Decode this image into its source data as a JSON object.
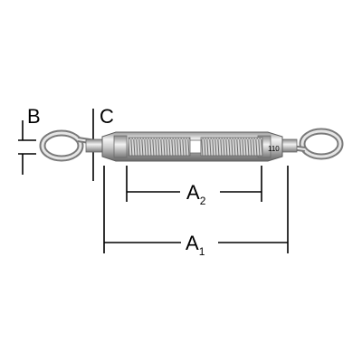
{
  "labels": {
    "b": "B",
    "c": "C",
    "a2_main": "A",
    "a2_sub": "2",
    "a1_main": "A",
    "a1_sub": "1",
    "stamp": "110"
  },
  "colors": {
    "steel_light": "#eeeeee",
    "steel_mid": "#bdbdbd",
    "steel_dark": "#6e6e6e",
    "thread": "#8a8a8a",
    "dimension_line": "#000000",
    "background": "#ffffff"
  }
}
